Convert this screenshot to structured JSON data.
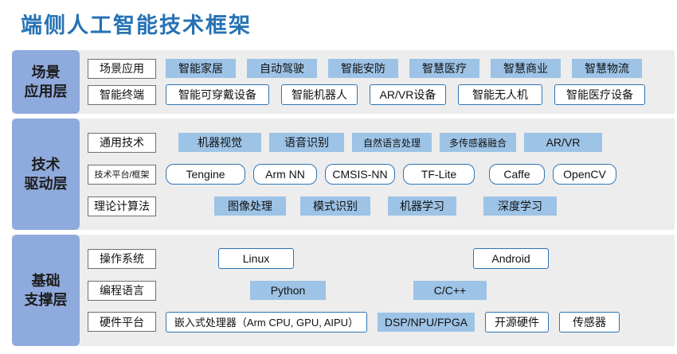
{
  "title": "端侧人工智能技术框架",
  "colors": {
    "title_blue": "#2672B4",
    "filled_box_blue": "#9DC3E6",
    "sidebar_blue": "#8FAADC",
    "panel_gray": "#EDEDED",
    "outline_blue": "#2E75B6"
  },
  "layers": [
    {
      "label": "场景\n应用层",
      "rows": [
        {
          "label": "场景应用",
          "items": [
            "智能家居",
            "自动驾驶",
            "智能安防",
            "智慧医疗",
            "智慧商业",
            "智慧物流"
          ]
        },
        {
          "label": "智能终端",
          "items": [
            "智能可穿戴设备",
            "智能机器人",
            "AR/VR设备",
            "智能无人机",
            "智能医疗设备"
          ]
        }
      ]
    },
    {
      "label": "技术\n驱动层",
      "rows": [
        {
          "label": "通用技术",
          "items": [
            "机器视觉",
            "语音识别",
            "自然语言处理",
            "多传感器融合",
            "AR/VR"
          ]
        },
        {
          "label": "技术平台/框架",
          "items": [
            "Tengine",
            "Arm NN",
            "CMSIS-NN",
            "TF-Lite",
            "Caffe",
            "OpenCV"
          ]
        },
        {
          "label": "理论计算法",
          "items": [
            "图像处理",
            "模式识别",
            "机器学习",
            "深度学习"
          ]
        }
      ]
    },
    {
      "label": "基础\n支撑层",
      "rows": [
        {
          "label": "操作系统",
          "items": [
            "Linux",
            "Android"
          ]
        },
        {
          "label": "编程语言",
          "items": [
            "Python",
            "C/C++"
          ]
        },
        {
          "label": "硬件平台",
          "items": [
            "嵌入式处理器（Arm CPU, GPU, AIPU）",
            "DSP/NPU/FPGA",
            "开源硬件",
            "传感器"
          ]
        }
      ]
    }
  ]
}
